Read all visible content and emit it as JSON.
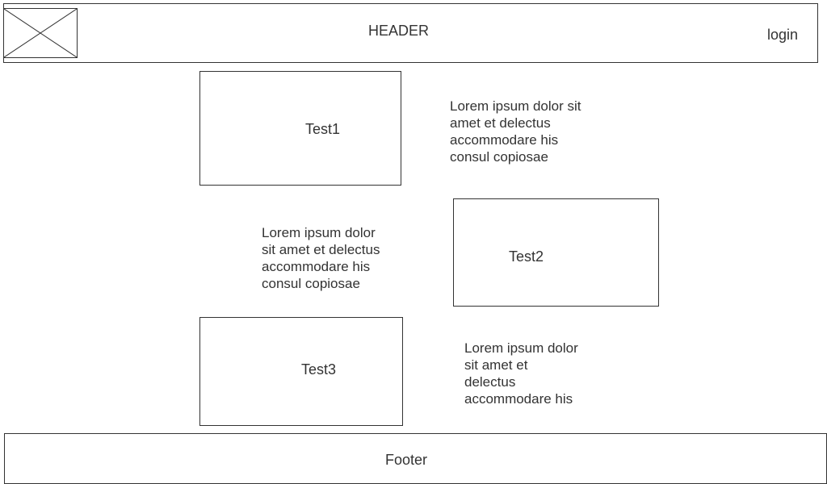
{
  "header": {
    "title": "HEADER",
    "login_label": "login",
    "logo_icon": "image-placeholder-icon"
  },
  "sections": [
    {
      "card_label": "Test1",
      "text_lines": [
        "Lorem ipsum dolor sit",
        "amet et delectus",
        "accommodare his",
        "consul copiosae"
      ]
    },
    {
      "card_label": "Test2",
      "text_lines": [
        "Lorem ipsum dolor",
        "sit amet et delectus",
        "accommodare his",
        "consul copiosae"
      ]
    },
    {
      "card_label": "Test3",
      "text_lines": [
        "Lorem ipsum dolor",
        "sit amet et",
        "delectus",
        "accommodare his"
      ]
    }
  ],
  "footer": {
    "label": "Footer"
  },
  "colors": {
    "stroke": "#333333",
    "background": "#ffffff"
  }
}
